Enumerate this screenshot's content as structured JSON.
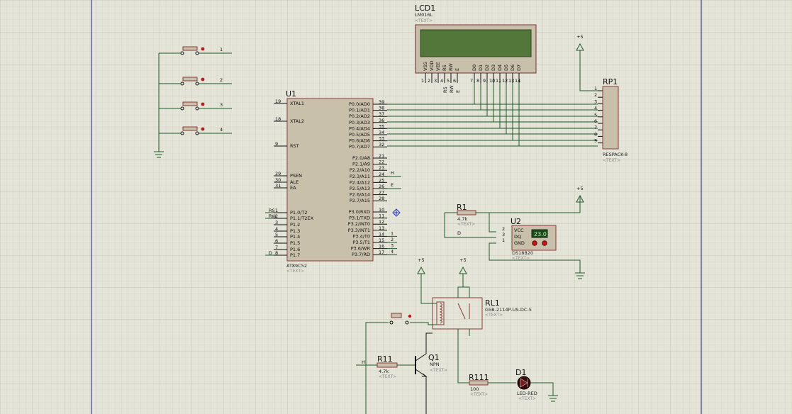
{
  "lcd": {
    "ref": "LCD1",
    "part": "LM016L",
    "text": "<TEXT>",
    "pin_names": [
      "VSS",
      "VDD",
      "VEE",
      "RS",
      "RW",
      "E",
      "D0",
      "D1",
      "D2",
      "D3",
      "D4",
      "D5",
      "D6",
      "D7"
    ],
    "pin_nums": [
      "1",
      "2",
      "3",
      "4",
      "5",
      "6",
      "7",
      "8",
      "9",
      "10",
      "11",
      "12",
      "13",
      "14"
    ],
    "sig_labels": [
      "RS",
      "RW",
      "E"
    ]
  },
  "mcu": {
    "ref": "U1",
    "part": "AT89C52",
    "text": "<TEXT>",
    "left_pins": [
      {
        "num": "19",
        "name": "XTAL1"
      },
      {
        "num": "18",
        "name": "XTAL2"
      },
      {
        "num": "9",
        "name": "RST"
      },
      {
        "num": "29",
        "name": "PSEN"
      },
      {
        "num": "30",
        "name": "ALE"
      },
      {
        "num": "31",
        "name": "EA"
      },
      {
        "num": "1",
        "name": "P1.0/T2"
      },
      {
        "num": "2",
        "name": "P1.1/T2EX"
      },
      {
        "num": "3",
        "name": "P1.2"
      },
      {
        "num": "4",
        "name": "P1.3"
      },
      {
        "num": "5",
        "name": "P1.4"
      },
      {
        "num": "6",
        "name": "P1.5"
      },
      {
        "num": "7",
        "name": "P1.6"
      },
      {
        "num": "8",
        "name": "P1.7"
      }
    ],
    "left_net_labels": [
      "RS",
      "RW",
      "D"
    ],
    "right_pins_p0": [
      {
        "num": "39",
        "name": "P0.0/AD0"
      },
      {
        "num": "38",
        "name": "P0.1/AD1"
      },
      {
        "num": "37",
        "name": "P0.2/AD2"
      },
      {
        "num": "36",
        "name": "P0.3/AD3"
      },
      {
        "num": "35",
        "name": "P0.4/AD4"
      },
      {
        "num": "34",
        "name": "P0.5/AD5"
      },
      {
        "num": "33",
        "name": "P0.6/AD6"
      },
      {
        "num": "32",
        "name": "P0.7/AD7"
      }
    ],
    "right_pins_p2": [
      {
        "num": "21",
        "name": "P2.0/A8"
      },
      {
        "num": "22",
        "name": "P2.1/A9"
      },
      {
        "num": "23",
        "name": "P2.2/A10"
      },
      {
        "num": "24",
        "name": "P2.3/A11"
      },
      {
        "num": "25",
        "name": "P2.4/A12"
      },
      {
        "num": "26",
        "name": "P2.5/A13"
      },
      {
        "num": "27",
        "name": "P2.6/A14"
      },
      {
        "num": "28",
        "name": "P2.7/A15"
      }
    ],
    "right_pins_p3": [
      {
        "num": "10",
        "name": "P3.0/RXD"
      },
      {
        "num": "11",
        "name": "P3.1/TXD"
      },
      {
        "num": "12",
        "name": "P3.2/INT0"
      },
      {
        "num": "13",
        "name": "P3.3/INT1"
      },
      {
        "num": "14",
        "name": "P3.4/T0"
      },
      {
        "num": "15",
        "name": "P3.5/T1"
      },
      {
        "num": "16",
        "name": "P3.6/WR"
      },
      {
        "num": "17",
        "name": "P3.7/RD"
      }
    ],
    "p2_net_labels": [
      "H",
      "E"
    ],
    "p3_net_labels": [
      "1",
      "2",
      "3",
      "4"
    ]
  },
  "buttons": {
    "labels": [
      "1",
      "2",
      "3",
      "4"
    ]
  },
  "rp1": {
    "ref": "RP1",
    "part": "RESPACK-8",
    "text": "<TEXT>",
    "pins": [
      "1",
      "2",
      "3",
      "4",
      "5",
      "6",
      "7",
      "8",
      "9"
    ]
  },
  "r1": {
    "ref": "R1",
    "value": "4.7k",
    "text": "<TEXT>"
  },
  "u2": {
    "ref": "U2",
    "part": "DS18B20",
    "text": "<TEXT>",
    "pins": [
      {
        "num": "2",
        "name": "VCC"
      },
      {
        "num": "3",
        "name": "DQ"
      },
      {
        "num": "1",
        "name": "GND"
      }
    ],
    "display": "23.0",
    "net": "D"
  },
  "rl1": {
    "ref": "RL1",
    "part": "G5B-2114P-US-DC-5",
    "text": "<TEXT>"
  },
  "r11": {
    "ref": "R11",
    "value": "4.7k",
    "text": "<TEXT>",
    "net": "H"
  },
  "q1": {
    "ref": "Q1",
    "part": "NPN",
    "text": "<TEXT>"
  },
  "r111": {
    "ref": "R111",
    "value": "100",
    "text": "<TEXT>"
  },
  "d1": {
    "ref": "D1",
    "part": "LED-RED",
    "text": "<TEXT>"
  },
  "power": {
    "vcc_label": "+5"
  }
}
